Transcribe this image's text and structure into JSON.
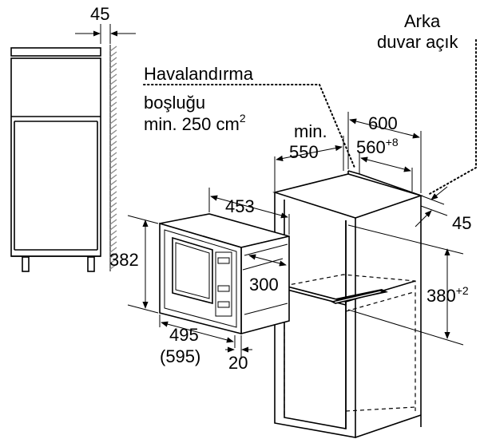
{
  "labels": {
    "side_gap": "45",
    "back_wall": "Arka\nduvar açık",
    "ventilation": "Havalandırma\nboşluğu\nmin. 250 cm",
    "ventilation_sup": "2",
    "min_550": "min.\n550",
    "depth_600": "600",
    "depth_560": "560",
    "depth_560_sup": "+8",
    "rear_gap": "45",
    "width_453": "453",
    "height_382": "382",
    "depth_300": "300",
    "niche_380": "380",
    "niche_380_sup": "+2",
    "width_495": "495",
    "width_595": "(595)",
    "frame_20": "20"
  },
  "colors": {
    "line": "#000000",
    "background": "#ffffff",
    "hatch": "#8a8a8a"
  }
}
